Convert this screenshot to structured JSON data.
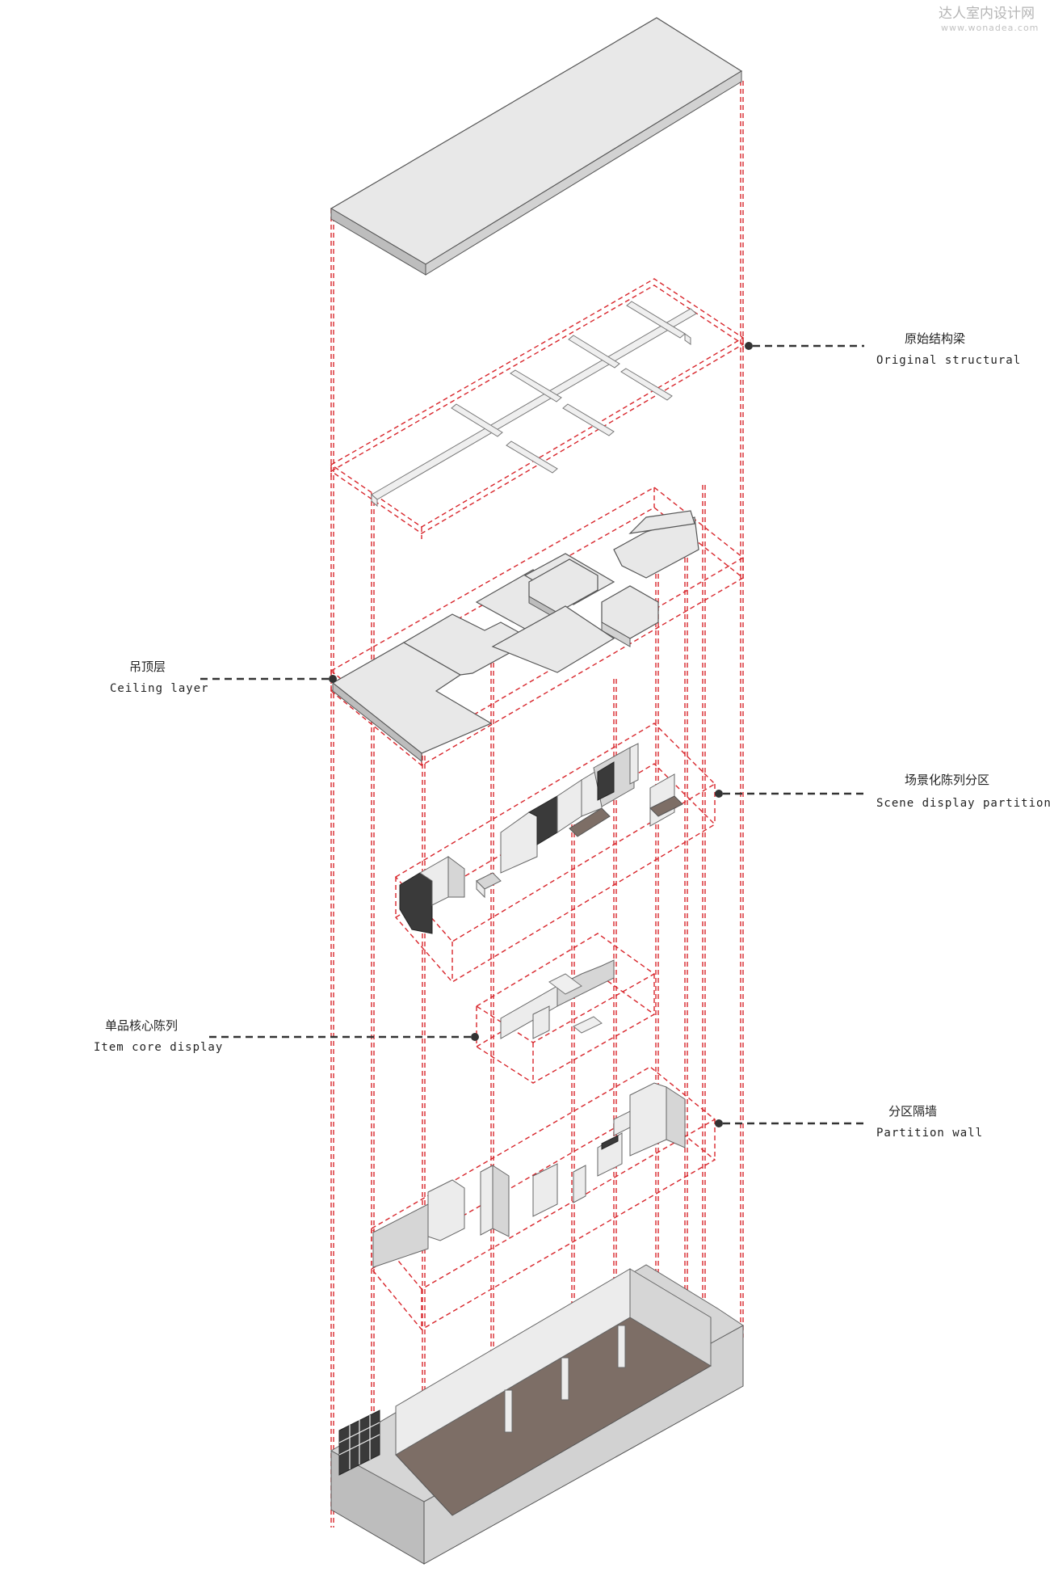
{
  "watermark": {
    "cn": "达人室内设计网",
    "en": "www.wonadea.com"
  },
  "layers": [
    {
      "id": "beams",
      "cn": "原始结构梁",
      "en": "Original structural",
      "side": "right"
    },
    {
      "id": "ceiling",
      "cn": "吊顶层",
      "en": "Ceiling layer",
      "side": "left"
    },
    {
      "id": "scene",
      "cn": "场景化陈列分区",
      "en": "Scene display partition",
      "side": "right"
    },
    {
      "id": "core",
      "cn": "单品核心陈列",
      "en": "Item core display",
      "side": "left"
    },
    {
      "id": "partition",
      "cn": "分区隔墙",
      "en": "Partition wall",
      "side": "right"
    }
  ],
  "colors": {
    "guide": "#d8262c",
    "leader": "#333333",
    "floor": "#7d6e66"
  }
}
